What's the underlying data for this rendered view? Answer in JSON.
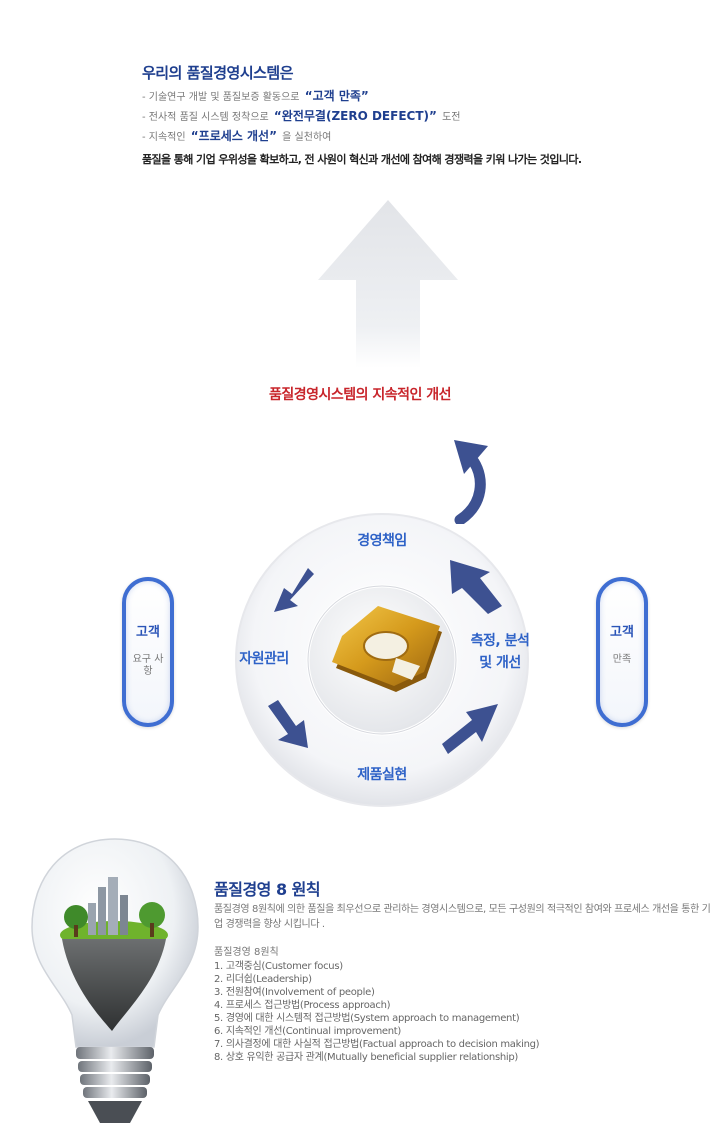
{
  "intro": {
    "title": "우리의 품질경영시스템은",
    "line1": {
      "before": "- 기술연구 개발 및 품질보증 활동으로",
      "quote": "“고객 만족”",
      "after": ""
    },
    "line2": {
      "before": "- 전사적 품질 시스템 정착으로",
      "quote": "“완전무결(ZERO DEFECT)”",
      "after": "도전"
    },
    "line3": {
      "before": "- 지속적인",
      "quote": "“프로세스 개선”",
      "after": "을 실천하여"
    },
    "summary": "품질을 통해 기업 우위성을 확보하고, 전 사원이 혁신과 개선에 참여해 경쟁력을 키워 나가는 것입니다."
  },
  "improvement_label": "품질경영시스템의 지속적인 개선",
  "cycle": {
    "top": "경영책임",
    "left": "자원관리",
    "bottom": "제품실현",
    "right_line1": "측정, 분석",
    "right_line2": "및 개선"
  },
  "customer_left": {
    "title": "고객",
    "sub": "요구 사항"
  },
  "customer_right": {
    "title": "고객",
    "sub": "만족"
  },
  "principles": {
    "title": "품질경영 8 원칙",
    "description": "품질경영 8원칙에 의한 품질을 최우선으로 관리하는 경영시스템으로, 모든 구성원의 적극적인 참여와 프로세스 개선을 통한 기업 경쟁력을 향상 시킵니다 .",
    "subtitle": "품질경영 8원칙",
    "items": [
      "1. 고객중심(Customer focus)",
      "2. 리더쉽(Leadership)",
      "3. 전원참여(Involvement of people)",
      "4. 프로세스 접근방법(Process approach)",
      "5. 경영에 대한 시스템적 접근방법(System approach to management)",
      "6. 지속적인 개선(Continual improvement)",
      "7. 의사결정에 대한 사실적 접근방법(Factual approach to decision making)",
      "8. 상호 유익한 공급자 관계(Mutually beneficial supplier relationship)"
    ]
  },
  "colors": {
    "accent_blue": "#1f3f8f",
    "label_red": "#c8252b",
    "arrow_navy": "#3d5191",
    "pill_border": "#3f6ed2"
  }
}
